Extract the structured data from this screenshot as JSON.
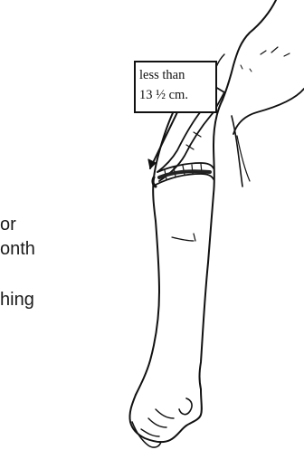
{
  "callout": {
    "line1": "less than",
    "line2": "13 ½ cm."
  },
  "cropped_text": {
    "line1": "or",
    "line2": "onth",
    "line3": "hing"
  },
  "colors": {
    "ink": "#111111",
    "background": "#ffffff"
  },
  "icons": {
    "arm": "upper-arm-with-measuring-tape-icon",
    "pointer": "arrow-icon"
  }
}
